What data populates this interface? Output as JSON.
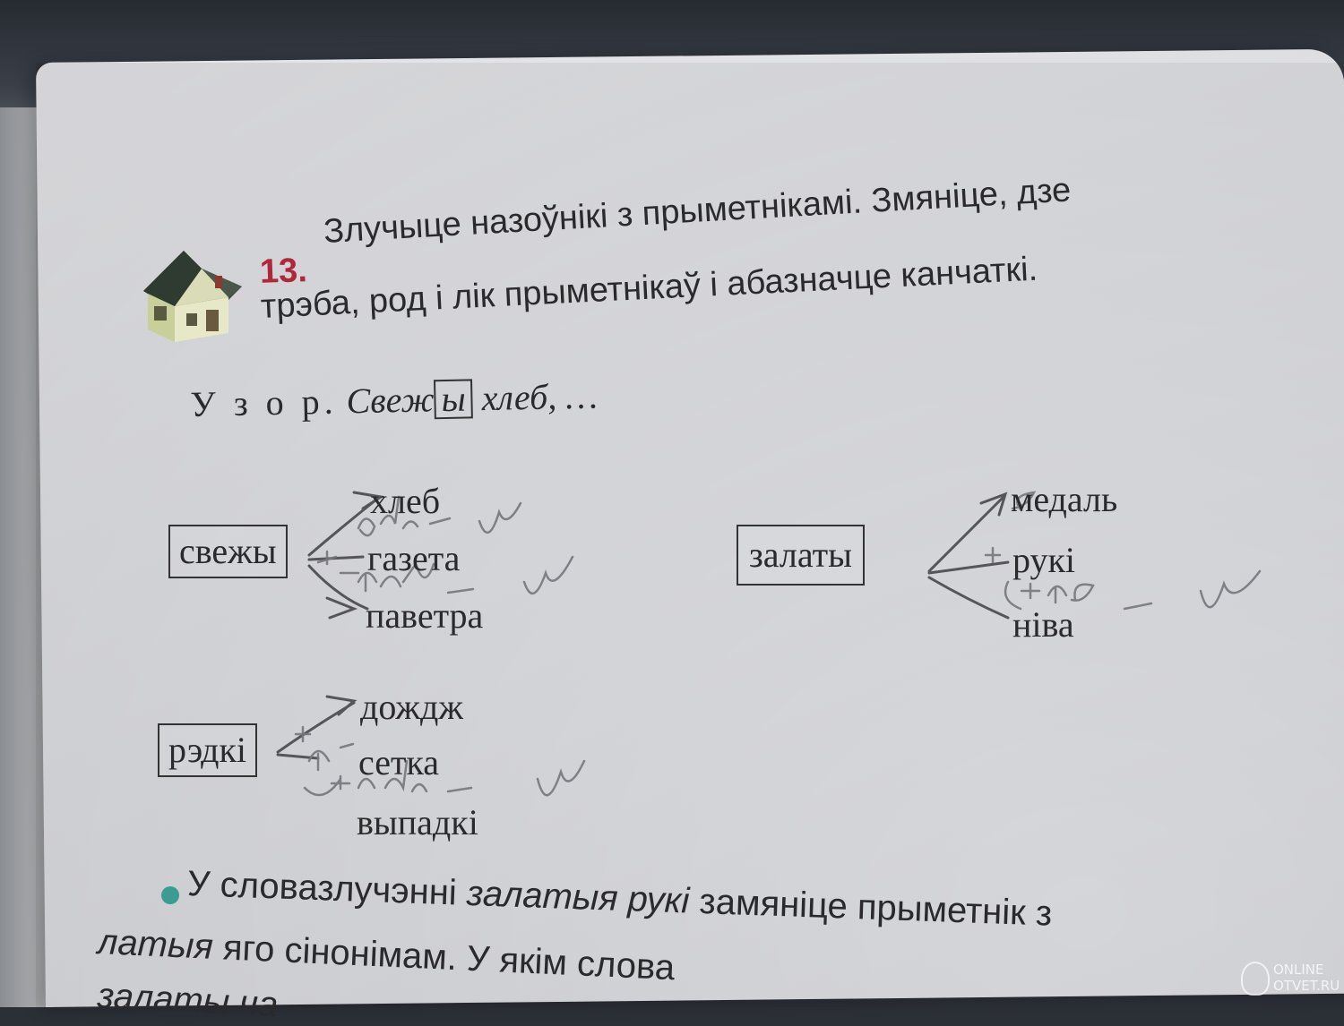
{
  "exercise": {
    "number": "13.",
    "instruction_line1": "Злучыце назоўнікі з прыметнікамі. Змяніце, дзе",
    "instruction_line2": "трэба, род і лік прыметнікаў і абазначце канчаткі.",
    "example_label": "У з о р.",
    "example_stem": "Свеж",
    "example_ending": "ы",
    "example_rest": "хлеб, …",
    "icon": "house-icon"
  },
  "groups": [
    {
      "adjective": "свежы",
      "nouns": [
        "хлеб",
        "газета",
        "паветра"
      ]
    },
    {
      "adjective": "залаты",
      "nouns": [
        "медаль",
        "рукі",
        "ніва"
      ]
    },
    {
      "adjective": "рэдкі",
      "nouns": [
        "дождж",
        "сетка",
        "выпадкі"
      ]
    }
  ],
  "question": {
    "line1_a": "У словазлучэнні ",
    "line1_b": "залатыя рукі",
    "line1_c": " замяніце прыметнік з",
    "line2_a": "латыя",
    "line2_b": " яго сінонімам. У якім слова",
    "line3": "залаты ча"
  },
  "watermark": {
    "line1": "ONLINE",
    "line2": "OTVET.RU"
  },
  "colors": {
    "accent_number": "#b0273a",
    "bullet": "#3b9c94",
    "pencil": "#6e6e72"
  }
}
